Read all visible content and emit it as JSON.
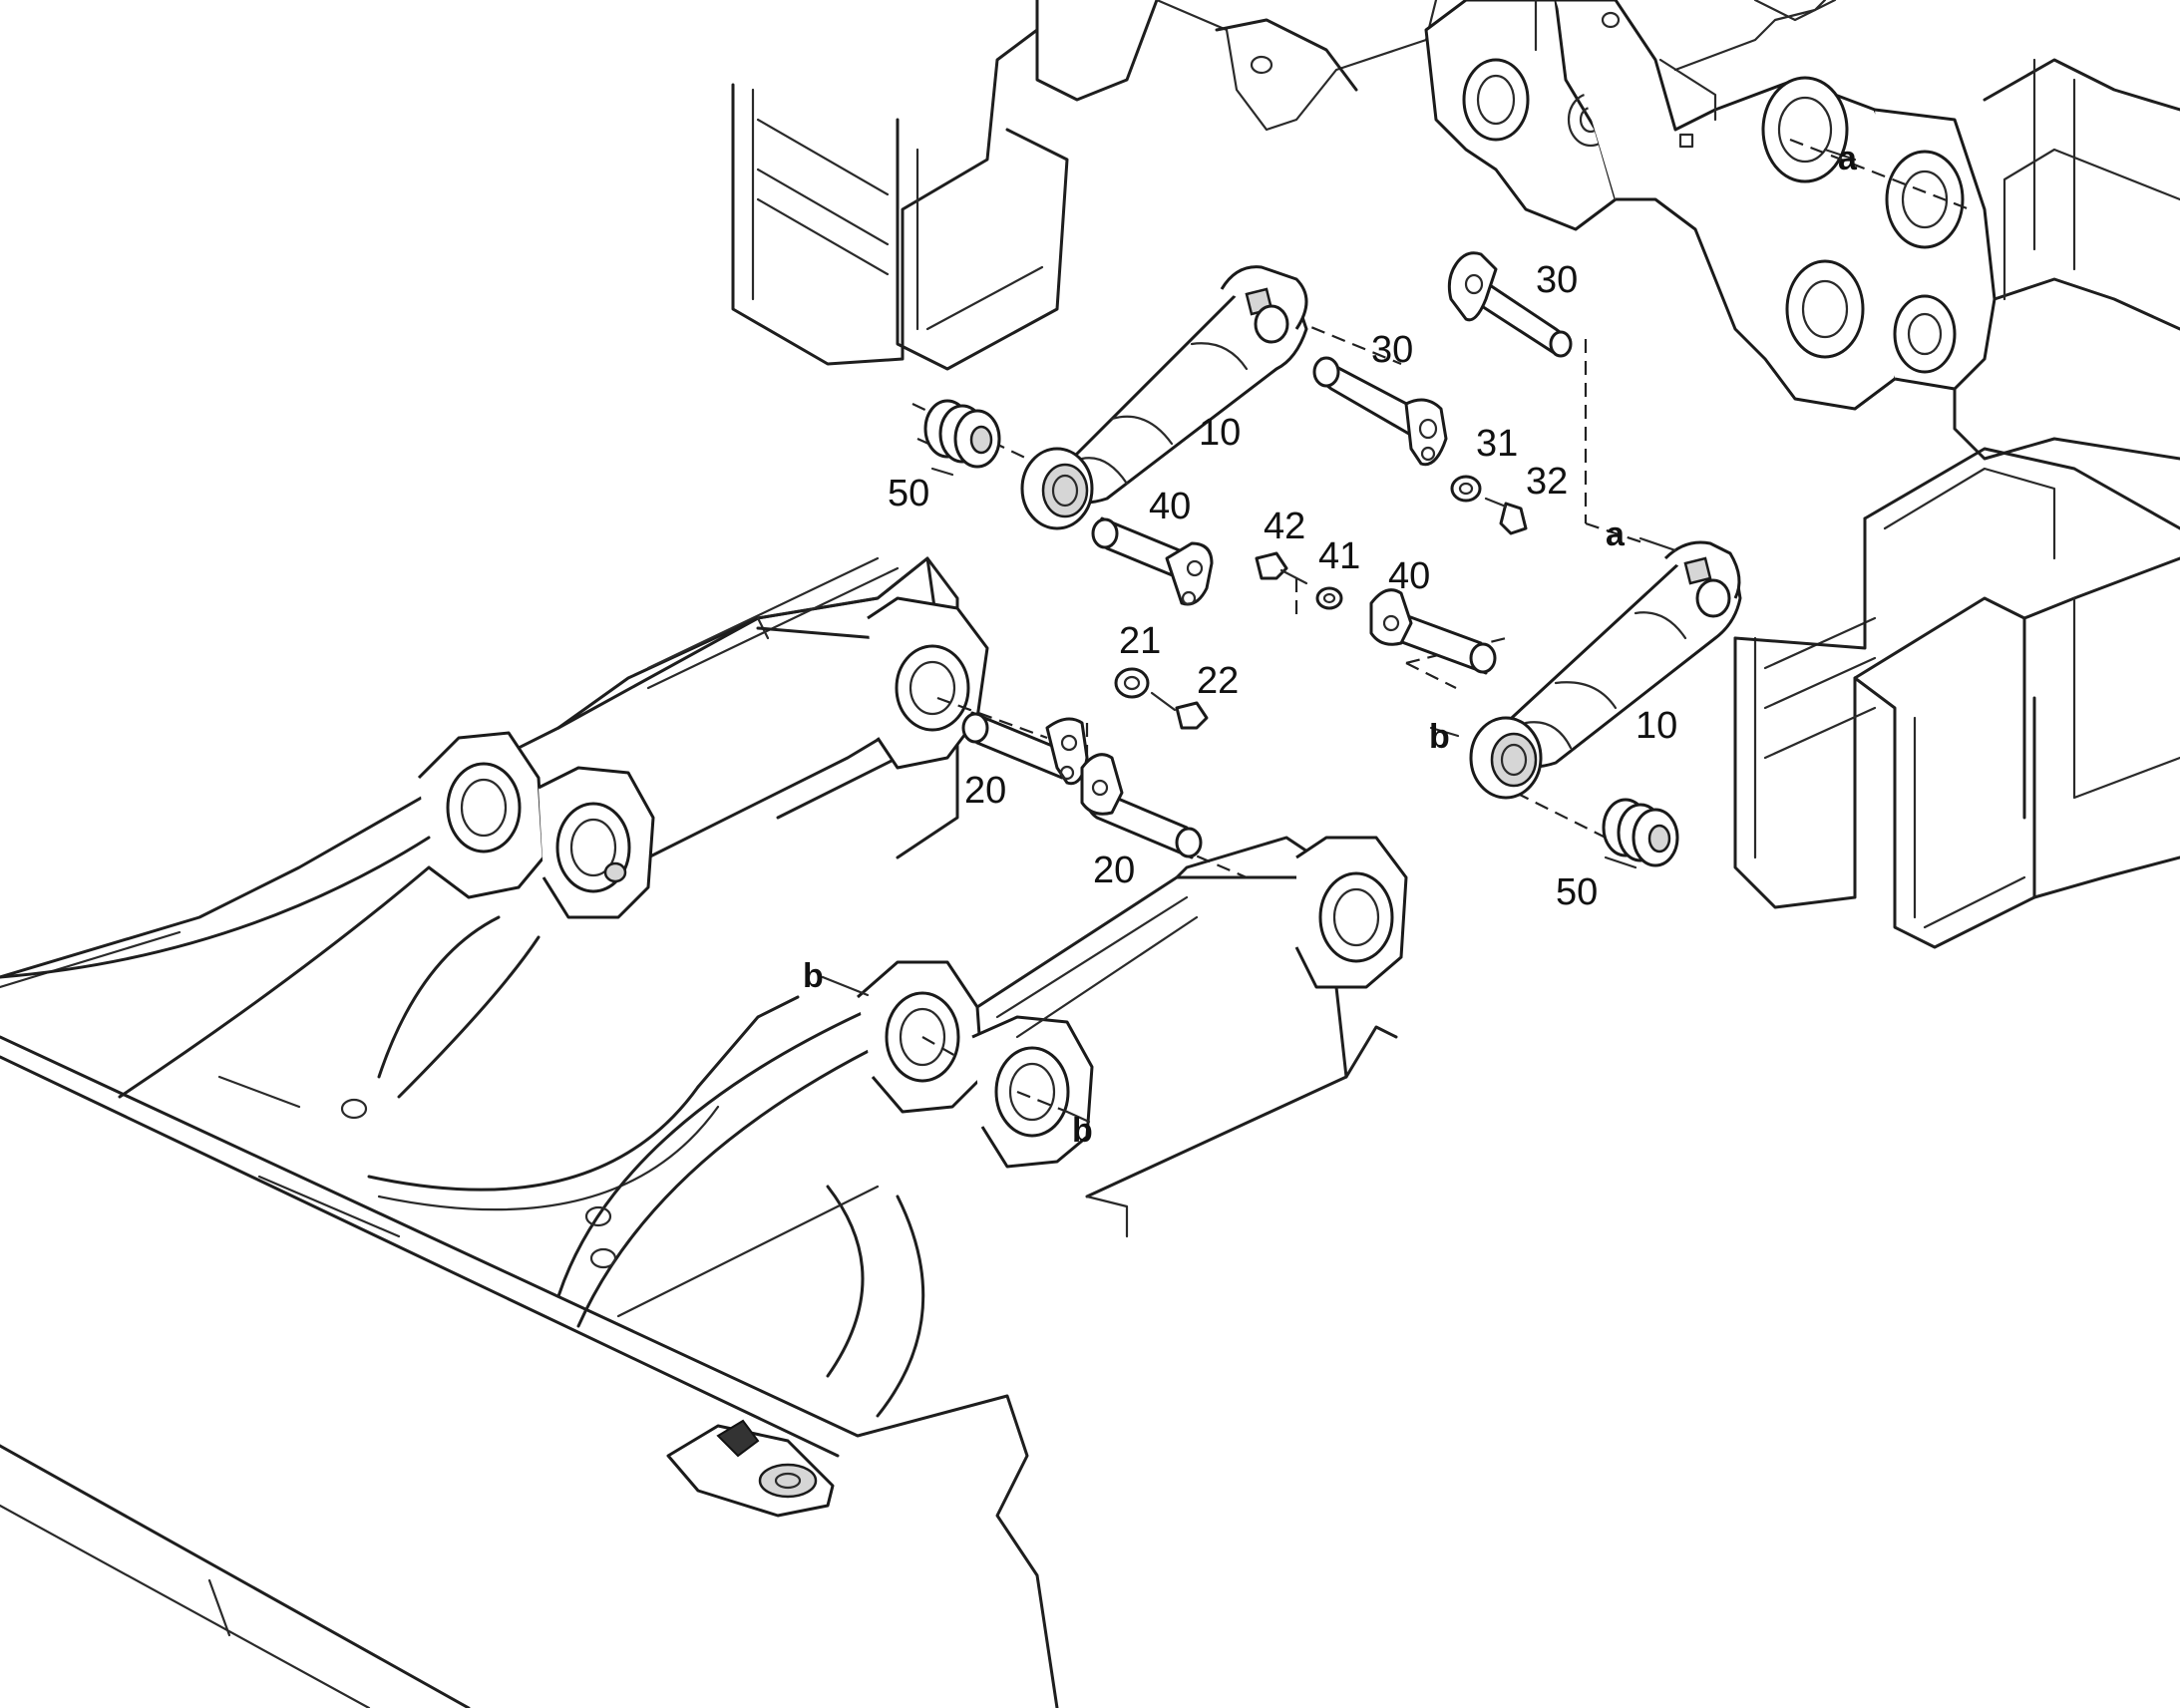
{
  "callouts": {
    "c10a": "10",
    "c10b": "10",
    "c20a": "20",
    "c20b": "20",
    "c21": "21",
    "c22": "22",
    "c30a": "30",
    "c30b": "30",
    "c31": "31",
    "c32": "32",
    "c40a": "40",
    "c40b": "40",
    "c41": "41",
    "c42": "42",
    "c50a": "50",
    "c50b": "50",
    "ra1": "a",
    "ra2": "a",
    "rb1": "b",
    "rb2": "b",
    "rb3": "b"
  }
}
